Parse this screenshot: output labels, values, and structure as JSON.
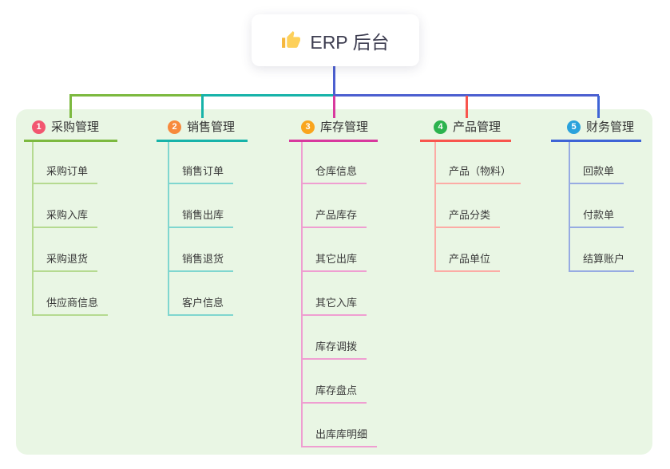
{
  "root": {
    "title": "ERP 后台",
    "icon": "thumbs-up-icon"
  },
  "colors": {
    "panel_background": "#e9f6e4",
    "root_connector": "#4c5fd0",
    "title_text": "#333333",
    "child_text": "#3a3a3a"
  },
  "branches": [
    {
      "badge": "1",
      "title": "采购管理",
      "colors": {
        "badge": "#f25670",
        "accent": "#7cb93f",
        "light": "#b5da90"
      },
      "children": [
        "采购订单",
        "采购入库",
        "采购退货",
        "供应商信息"
      ]
    },
    {
      "badge": "2",
      "title": "销售管理",
      "colors": {
        "badge": "#f78a3d",
        "accent": "#17b3a9",
        "light": "#7fd6cf"
      },
      "children": [
        "销售订单",
        "销售出库",
        "销售退货",
        "客户信息"
      ]
    },
    {
      "badge": "3",
      "title": "库存管理",
      "colors": {
        "badge": "#f9a51d",
        "accent": "#d8399e",
        "light": "#ef9ed1"
      },
      "children": [
        "仓库信息",
        "产品库存",
        "其它出库",
        "其它入库",
        "库存调拨",
        "库存盘点",
        "出库库明细"
      ]
    },
    {
      "badge": "4",
      "title": "产品管理",
      "colors": {
        "badge": "#2cb34e",
        "accent": "#f8554d",
        "light": "#fcaba5"
      },
      "children": [
        "产品（物料）",
        "产品分类",
        "产品单位"
      ]
    },
    {
      "badge": "5",
      "title": "财务管理",
      "colors": {
        "badge": "#2aa2dc",
        "accent": "#3e64d6",
        "light": "#97abe2"
      },
      "children": [
        "回款单",
        "付款单",
        "结算账户"
      ]
    }
  ]
}
